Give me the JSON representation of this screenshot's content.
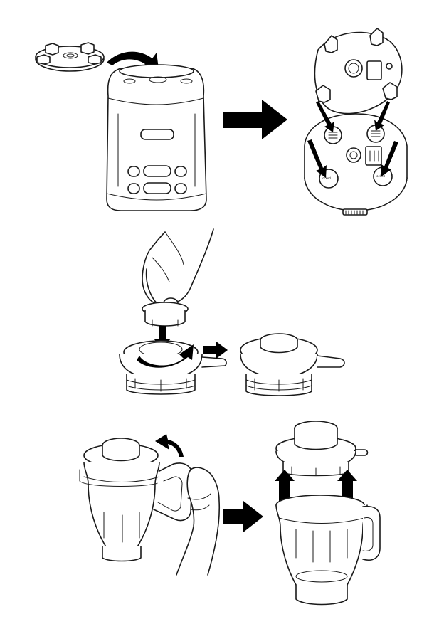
{
  "page": {
    "background": "#ffffff",
    "ink": "#1a1a1a"
  },
  "steps": [
    {
      "id": "step-1",
      "description": ""
    },
    {
      "id": "step-2",
      "description": ""
    },
    {
      "id": "step-3",
      "description": ""
    }
  ],
  "icons": {
    "move": "black-arrow-icon",
    "rotate": "curved-arrow-icon",
    "lift": "up-arrow-icon",
    "press": "down-arrow-icon"
  },
  "labels": {
    "lock_mark_a": "locked",
    "lock_mark_b": "locked"
  }
}
